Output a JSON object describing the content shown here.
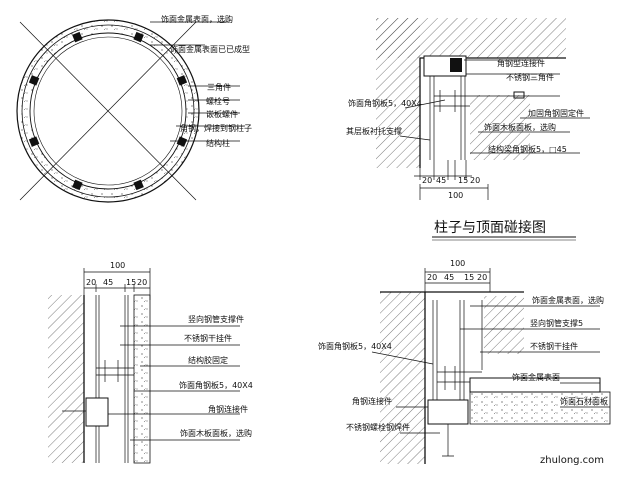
{
  "title": "柱子与顶面碰接图",
  "watermark": "zhulong.com",
  "circle_section": {
    "labels": [
      "饰面金属表面，选购",
      "饰面金属表面已已成型",
      "三角件",
      "螺栓号",
      "嵌板螺件",
      "角钢，焊接到钢柱子",
      "结构柱"
    ]
  },
  "ceiling_joint": {
    "labels": [
      "角钢型连接件",
      "不锈钢三角件",
      "饰面角钢板5，40X4",
      "加固角钢固定件",
      "其层板衬托支撑",
      "饰面木板面板，选购",
      "结构梁角钢板5，□45"
    ],
    "dims": [
      "20",
      "45",
      "15",
      "20",
      "100"
    ]
  },
  "side_wall": {
    "labels": [
      "竖向钢管支撑件",
      "不锈钢干挂件",
      "结构胶固定",
      "饰面角钢板5，40X4",
      "角钢连接件",
      "饰面木板面板，选购"
    ],
    "dims": [
      "100",
      "20",
      "45",
      "15",
      "20"
    ]
  },
  "floor_joint": {
    "labels": [
      "饰面金属表面，选购",
      "竖向钢管支撑5",
      "不锈钢干挂件",
      "饰面角钢板5，40X4",
      "饰面金属表面",
      "角钢连接件",
      "饰面石材面板",
      "不锈钢螺栓钢焊件"
    ],
    "dims": [
      "100",
      "20",
      "45",
      "15",
      "20"
    ]
  }
}
